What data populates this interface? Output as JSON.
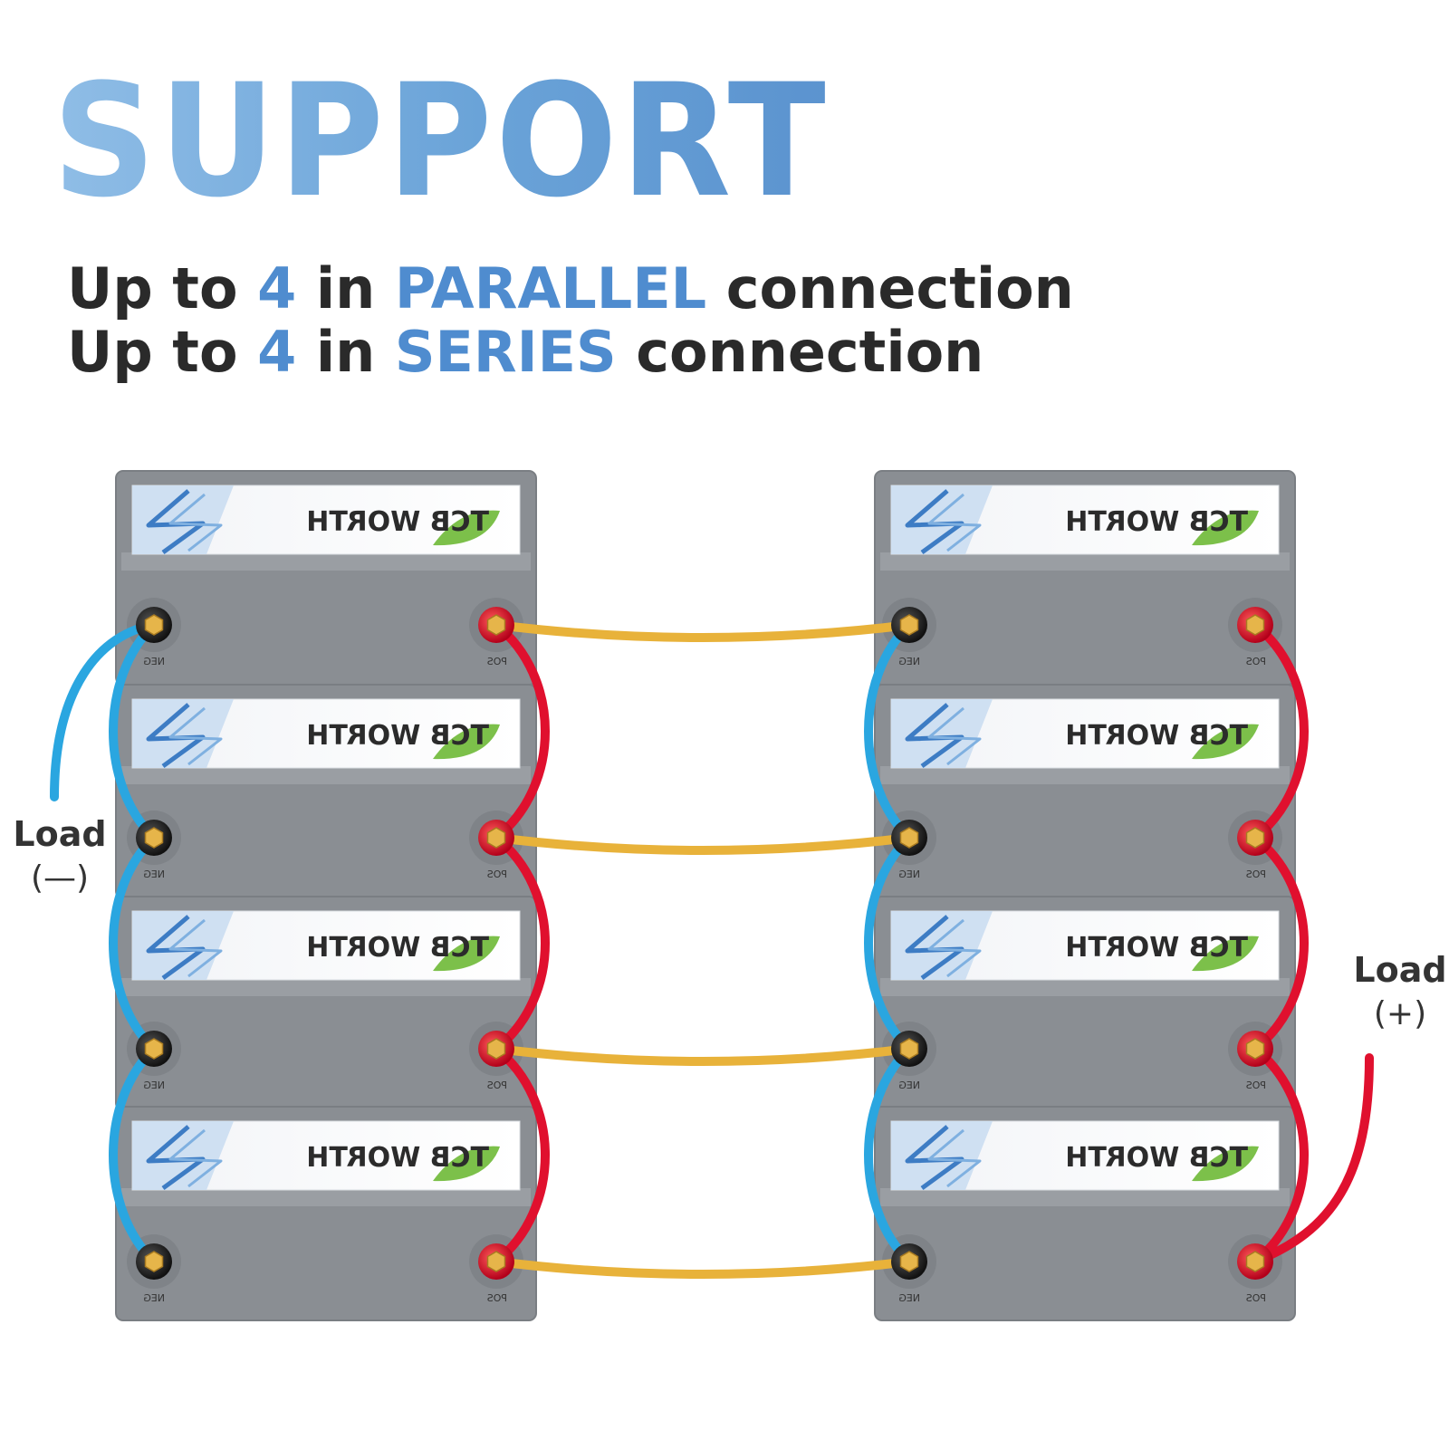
{
  "title": "SUPPORT",
  "subtitle_lines": [
    {
      "pre": "Up to ",
      "num": "4",
      "mid": " in ",
      "keyword": "PARALLEL",
      "post": " connection"
    },
    {
      "pre": "Up to ",
      "num": "4",
      "mid": " in ",
      "keyword": "SERIES",
      "post": " connection"
    }
  ],
  "battery": {
    "brand": "TCB WORTH",
    "neg_label": "NEG",
    "pos_label": "POS"
  },
  "load_negative": {
    "word": "Load",
    "sign": "(—)"
  },
  "load_positive": {
    "word": "Load",
    "sign": "(+)"
  },
  "colors": {
    "negative_cable": "#2aa6e0",
    "positive_cable": "#e0102e",
    "link_cable": "#e8b23a",
    "battery_body": "#8a8e93",
    "title_blue": "#5b93cf"
  }
}
